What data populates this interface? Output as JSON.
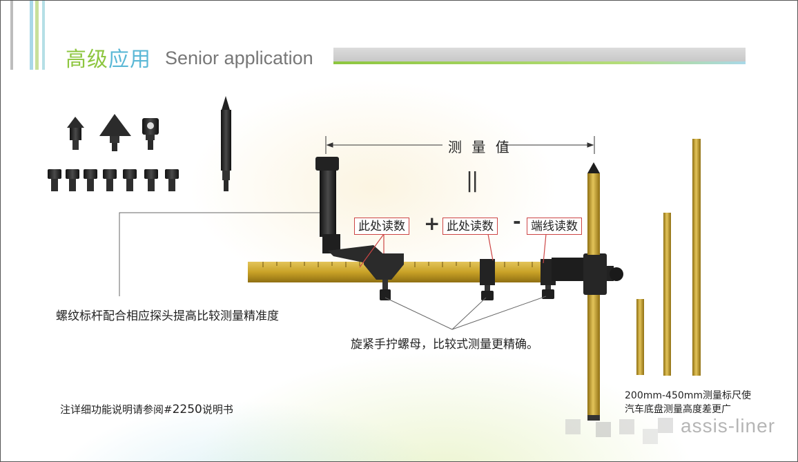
{
  "header": {
    "title_cn_part1": "高级",
    "title_cn_part2": "应用",
    "title_en": "Senior application",
    "colors": {
      "green": "#8dc63f",
      "blue": "#5bb8d6",
      "grey_bar": "#cfcfcf"
    }
  },
  "diagram": {
    "measure_label": "测 量 值",
    "equals": "||",
    "reading1": "此处读数",
    "plus": "+",
    "reading2": "此处读数",
    "minus": "-",
    "reading3": "端线读数"
  },
  "captions": {
    "threaded_rod": "螺纹标杆配合相应探头提高比较测量精准度",
    "nut": "旋紧手拧螺母，比较式测量更精确。",
    "rods_line1": "200mm-450mm测量标尺使",
    "rods_line2": "汽车底盘测量高度差更广",
    "note_prefix": "注详细功能说明请参阅#",
    "note_model": "2250",
    "note_suffix": "说明书",
    "watermark": "assis-liner"
  },
  "colors": {
    "gold": "#c9a227",
    "black_part": "#1f1f1f",
    "red_line": "#cc4444"
  }
}
